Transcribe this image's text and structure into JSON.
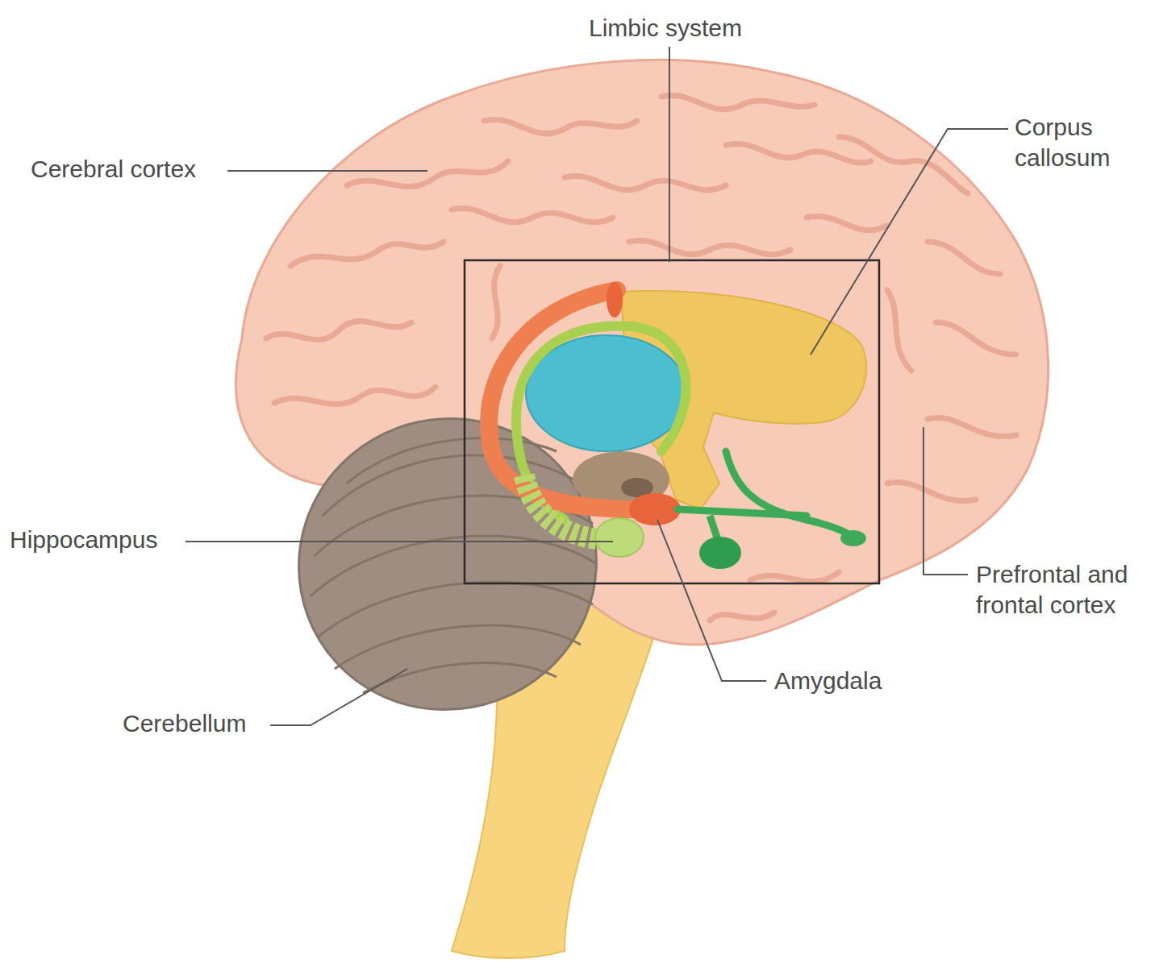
{
  "diagram": {
    "labels": [
      "Limbic system",
      "Corpus callosum",
      "Cerebral cortex",
      "Hippocampus",
      "Prefrontal and frontal cortex",
      "Amygdala",
      "Cerebellum"
    ]
  }
}
